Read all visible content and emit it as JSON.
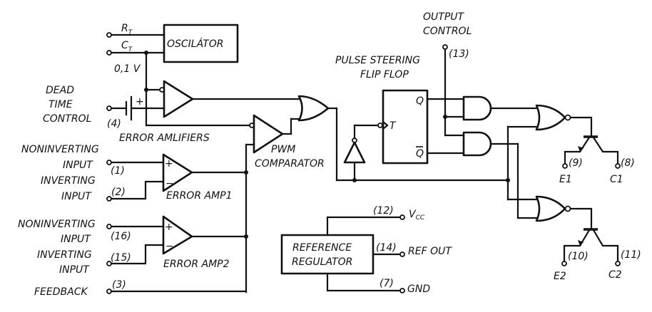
{
  "title": "PWM controller block diagram (TL494-type)",
  "blocks": {
    "oscillator": "OSCILÁTOR",
    "reference_regulator": [
      "REFERENCE",
      "REGULATOR"
    ],
    "pulse_steering": [
      "PULSE STEERING",
      "FLIP FLOP"
    ],
    "pwm_comparator": [
      "PWM",
      "COMPARATOR"
    ],
    "error_amplifiers": "ERROR AMLIFIERS",
    "error_amp1": "ERROR AMP1",
    "error_amp2": "ERROR AMP2",
    "output_control": [
      "OUTPUT",
      "CONTROL"
    ],
    "ff_q": "Q",
    "ff_qbar": "Q",
    "ff_t": "T",
    "plus": "+",
    "minus": "−"
  },
  "pins": {
    "rt": "R",
    "rt_sub": "T",
    "ct": "C",
    "ct_sub": "T",
    "dtc_voltage": "0,1 V",
    "dead_time": [
      "DEAD",
      "TIME",
      "CONTROL"
    ],
    "dtc_pin": "(4)",
    "noninv1": [
      "NONINVERTING",
      "INPUT"
    ],
    "noninv1_pin": "(1)",
    "inv1": [
      "INVERTING",
      "INPUT"
    ],
    "inv1_pin": "(2)",
    "noninv2": [
      "NONINVERTING",
      "INPUT"
    ],
    "noninv2_pin": "(16)",
    "inv2": [
      "INVERTING",
      "INPUT"
    ],
    "inv2_pin": "(15)",
    "feedback": "FEEDBACK",
    "feedback_pin": "(3)",
    "output_control_pin": "(13)",
    "vcc_pin": "(12)",
    "vcc": "V",
    "vcc_sub": "CC",
    "refout_pin": "(14)",
    "refout": "REF OUT",
    "gnd_pin": "(7)",
    "gnd": "GND",
    "e1_pin": "(9)",
    "e1": "E1",
    "c1_pin": "(8)",
    "c1": "C1",
    "e2_pin": "(10)",
    "e2": "E2",
    "c2_pin": "(11)",
    "c2": "C2"
  }
}
